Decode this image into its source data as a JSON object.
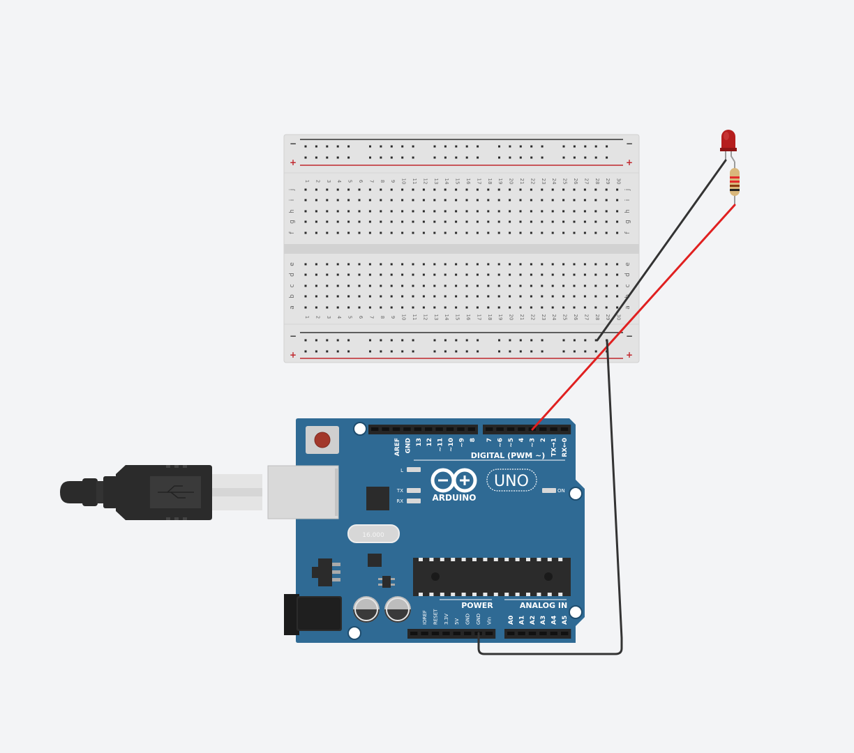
{
  "breadboard": {
    "columns": [
      "1",
      "2",
      "3",
      "4",
      "5",
      "6",
      "7",
      "8",
      "9",
      "10",
      "11",
      "12",
      "13",
      "14",
      "15",
      "16",
      "17",
      "18",
      "19",
      "20",
      "21",
      "22",
      "23",
      "24",
      "25",
      "26",
      "27",
      "28",
      "29",
      "30"
    ],
    "rows_top": [
      "j",
      "i",
      "h",
      "g",
      "f"
    ],
    "rows_bottom": [
      "e",
      "d",
      "c",
      "b",
      "a"
    ],
    "minus_sign": "−",
    "plus_sign": "+"
  },
  "arduino": {
    "logo_text": "ARDUINO",
    "model": "UNO",
    "digital_label": "DIGITAL (PWM ~)",
    "power_label": "POWER",
    "analog_label": "ANALOG IN",
    "on_label": "ON",
    "led_l": "L",
    "led_tx": "TX",
    "led_rx": "RX",
    "crystal": "16.000",
    "digital_pins_left": [
      "AREF",
      "GND",
      "13",
      "12",
      "~11",
      "~10",
      "~9",
      "8"
    ],
    "digital_pins_right": [
      "7",
      "~6",
      "~5",
      "4",
      "~3",
      "2",
      "TX→1",
      "RX←0"
    ],
    "power_pins": [
      "IOREF",
      "RESET",
      "3.3V",
      "5V",
      "GND",
      "GND",
      "Vin"
    ],
    "analog_pins": [
      "A0",
      "A1",
      "A2",
      "A3",
      "A4",
      "A5"
    ]
  },
  "colors": {
    "background": "#f3f4f6",
    "board": "#2f6a94",
    "breadboard": "#e3e3e3",
    "wire_red": "#e02020",
    "wire_black": "#333333",
    "led": "#b51e1e"
  }
}
